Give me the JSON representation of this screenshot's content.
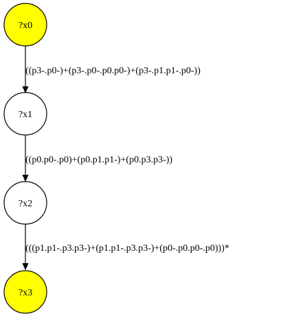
{
  "graph": {
    "nodes": [
      {
        "id": "x0",
        "label": "?x0",
        "fill": "#ffff00"
      },
      {
        "id": "x1",
        "label": "?x1",
        "fill": "#ffffff"
      },
      {
        "id": "x2",
        "label": "?x2",
        "fill": "#ffffff"
      },
      {
        "id": "x3",
        "label": "?x3",
        "fill": "#ffff00"
      }
    ],
    "edges": [
      {
        "from": "x0",
        "to": "x1",
        "label": "((p3-.p0-)+(p3-.p0-.p0.p0-)+(p3-.p1.p1-.p0-))"
      },
      {
        "from": "x1",
        "to": "x2",
        "label": "((p0.p0-.p0)+(p0.p1.p1-)+(p0.p3.p3-))"
      },
      {
        "from": "x2",
        "to": "x3",
        "label": "(((p1.p1-.p3.p3-)+(p1.p1-.p3.p3-)+(p0-.p0.p0-.p0)))*"
      }
    ]
  }
}
